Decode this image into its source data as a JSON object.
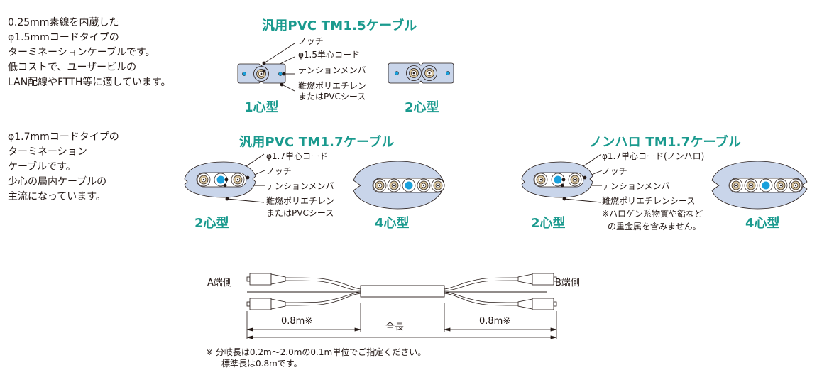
{
  "section1": {
    "description": [
      "0.25mm素線を内蔵した",
      "φ1.5mmコードタイプの",
      "ターミネーションケーブルです。",
      "低コストで、ユーザービルの",
      "LAN配線やFTTH等に適しています。"
    ],
    "title": "汎用PVC TM1.5ケーブル",
    "callouts": [
      "ノッチ",
      "φ1.5単心コード",
      "テンションメンバ",
      "難燃ポリエチレン",
      "またはPVCシース"
    ],
    "types": [
      "1心型",
      "2心型"
    ]
  },
  "section2": {
    "description": [
      "φ1.7mmコードタイプの",
      "ターミネーション",
      "ケーブルです。",
      "少心の局内ケーブルの",
      "主流になっています。"
    ],
    "pvc": {
      "title": "汎用PVC TM1.7ケーブル",
      "callouts": [
        "φ1.7単心コード",
        "ノッチ",
        "テンションメンバ",
        "難燃ポリエチレン",
        "またはPVCシース"
      ],
      "types": [
        "2心型",
        "4心型"
      ]
    },
    "nonhalo": {
      "title": "ノンハロ TM1.7ケーブル",
      "callouts": [
        "φ1.7単心コード(ノンハロ)",
        "ノッチ",
        "テンションメンバ",
        "難燃ポリエチレンシース",
        "※ハロゲン系物質や鉛など",
        "の重金属を含みません。"
      ],
      "types": [
        "2心型",
        "4心型"
      ]
    }
  },
  "assembly": {
    "end_a": "A端側",
    "end_b": "B端側",
    "branch_left": "0.8m※",
    "branch_right": "0.8m※",
    "total": "全長",
    "notes": [
      "※ 分岐長は0.2m～2.0mの0.1m単位でご指定ください。",
      "標準長は0.8mです。"
    ]
  },
  "colors": {
    "accent": "#1a9a8e",
    "sheath": "#c9d5ea",
    "tension_member": "#19a0dc",
    "core": "#d8c49c"
  }
}
